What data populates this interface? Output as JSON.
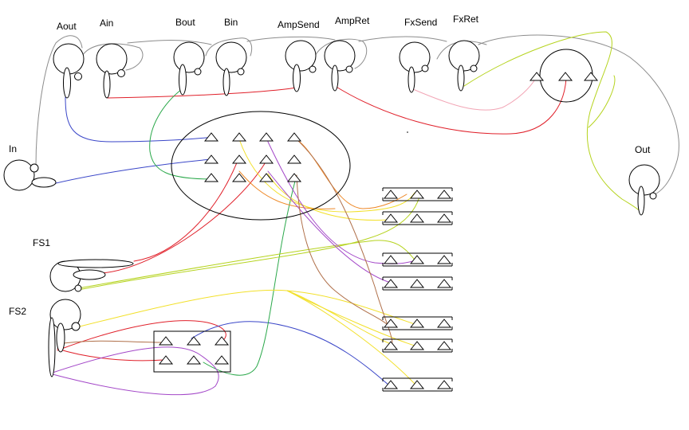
{
  "jack_labels": {
    "aout": "Aout",
    "ain": "Ain",
    "bout": "Bout",
    "bin": "Bin",
    "ampsend": "AmpSend",
    "ampret": "AmpRet",
    "fxsend": "FxSend",
    "fxret": "FxRet",
    "in": "In",
    "out": "Out",
    "fs1": "FS1",
    "fs2": "FS2"
  },
  "wire_colors": {
    "gray": "#8c8c8c",
    "red": "#e0202a",
    "blue": "#3a46c8",
    "green": "#2aa84a",
    "yellow": "#f2e02a",
    "yellow_green": "#b5d31d",
    "orange": "#ee8a2a",
    "purple": "#a347c8",
    "brown": "#b0704a",
    "pink": "#f2a5b5"
  }
}
